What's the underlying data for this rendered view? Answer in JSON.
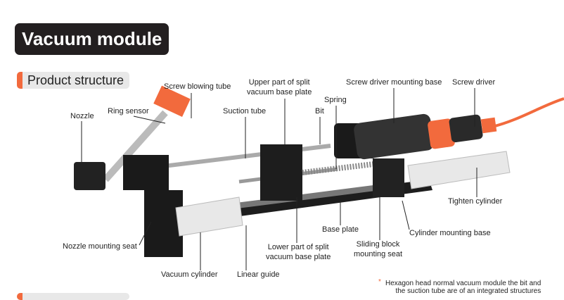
{
  "title": "Vacuum module",
  "section": "Product structure",
  "labels": {
    "screw_blowing_tube": "Screw blowing tube",
    "ring_sensor": "Ring sensor",
    "nozzle": "Nozzle",
    "suction_tube": "Suction tube",
    "upper_base_1": "Upper part of split",
    "upper_base_2": "vacuum base plate",
    "bit": "Bit",
    "spring": "Spring",
    "screw_driver_mounting_base": "Screw driver mounting base",
    "screw_driver": "Screw driver",
    "tighten_cylinder": "Tighten cylinder",
    "cylinder_mounting_base": "Cylinder mounting base",
    "base_plate": "Base plate",
    "sliding_block_1": "Sliding block",
    "sliding_block_2": "mounting seat",
    "lower_base_1": "Lower part of split",
    "lower_base_2": "vacuum base plate",
    "nozzle_mounting_seat": "Nozzle mounting seat",
    "vacuum_cylinder": "Vacuum cylinder",
    "linear_guide": "Linear guide"
  },
  "note": {
    "marker": "*",
    "line1": "Hexagon head normal vacuum module the bit and",
    "line2": "the suction tube are of an integrated structures"
  },
  "colors": {
    "accent": "#f26a3d",
    "dark": "#231f20"
  }
}
